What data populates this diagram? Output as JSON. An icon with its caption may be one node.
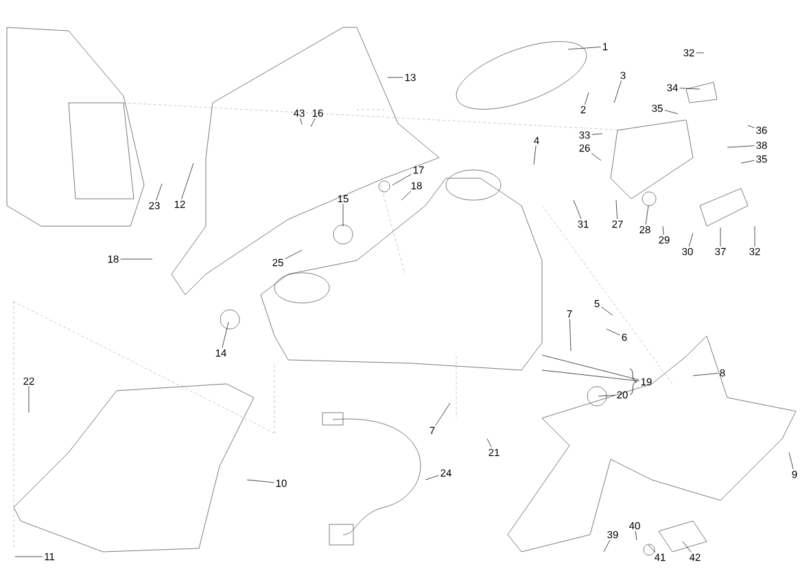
{
  "diagram": {
    "nodes": [
      {
        "text": [
          "1"
        ]
      },
      {
        "text": [
          "2"
        ]
      },
      {
        "text": [
          "3"
        ]
      },
      {
        "text": [
          "4"
        ]
      },
      {
        "text": [
          "5"
        ]
      },
      {
        "text": [
          "6"
        ]
      },
      {
        "text": [
          "7"
        ]
      },
      {
        "text": [
          "7"
        ]
      },
      {
        "text": [
          "8"
        ]
      },
      {
        "text": [
          "9"
        ]
      },
      {
        "text": [
          "10"
        ]
      },
      {
        "text": [
          "11"
        ]
      },
      {
        "text": [
          "12"
        ]
      },
      {
        "text": [
          "13"
        ]
      },
      {
        "text": [
          "14"
        ]
      },
      {
        "text": [
          "15"
        ]
      },
      {
        "text": [
          "16"
        ]
      },
      {
        "text": [
          "17"
        ]
      },
      {
        "text": [
          "18"
        ]
      },
      {
        "text": [
          "18"
        ]
      },
      {
        "text": [
          "19"
        ]
      },
      {
        "text": [
          "20"
        ]
      },
      {
        "text": [
          "21"
        ]
      },
      {
        "text": [
          "22"
        ]
      },
      {
        "text": [
          "23"
        ]
      },
      {
        "text": [
          "24"
        ]
      },
      {
        "text": [
          "25"
        ]
      },
      {
        "text": [
          "26"
        ]
      },
      {
        "text": [
          "27"
        ]
      },
      {
        "text": [
          "28"
        ]
      },
      {
        "text": [
          "29"
        ]
      },
      {
        "text": [
          "30"
        ]
      },
      {
        "text": [
          "31"
        ]
      },
      {
        "text": [
          "32"
        ]
      },
      {
        "text": [
          "32"
        ]
      },
      {
        "text": [
          "33"
        ]
      },
      {
        "text": [
          "34"
        ]
      },
      {
        "text": [
          "35"
        ]
      },
      {
        "text": [
          "35"
        ]
      },
      {
        "text": [
          "36"
        ]
      },
      {
        "text": [
          "37"
        ]
      },
      {
        "text": [
          "38"
        ]
      },
      {
        "text": [
          "39"
        ]
      },
      {
        "text": [
          "40"
        ]
      },
      {
        "text": [
          "41"
        ]
      },
      {
        "text": [
          "42"
        ]
      },
      {
        "text": [
          "43"
        ]
      }
    ],
    "edges": [
      {
        "from": 0,
        "to": null,
        "arrow": "none"
      },
      {
        "from": 1,
        "to": null,
        "arrow": "none"
      },
      {
        "from": 2,
        "to": null,
        "arrow": "none"
      },
      {
        "from": 3,
        "to": null,
        "arrow": "none"
      },
      {
        "from": 4,
        "to": null,
        "arrow": "none"
      },
      {
        "from": 5,
        "to": null,
        "arrow": "none"
      },
      {
        "from": 6,
        "to": null,
        "arrow": "none"
      },
      {
        "from": 7,
        "to": null,
        "arrow": "none"
      },
      {
        "from": 8,
        "to": null,
        "arrow": "none"
      },
      {
        "from": 9,
        "to": null,
        "arrow": "none"
      },
      {
        "from": 10,
        "to": null,
        "arrow": "none"
      },
      {
        "from": 11,
        "to": null,
        "arrow": "none"
      },
      {
        "from": 12,
        "to": null,
        "arrow": "none"
      },
      {
        "from": 13,
        "to": null,
        "arrow": "none"
      },
      {
        "from": 14,
        "to": null,
        "arrow": "none"
      },
      {
        "from": 15,
        "to": null,
        "arrow": "none"
      },
      {
        "from": 16,
        "to": null,
        "arrow": "none"
      },
      {
        "from": 17,
        "to": null,
        "arrow": "none"
      },
      {
        "from": 18,
        "to": null,
        "arrow": "none"
      },
      {
        "from": 19,
        "to": null,
        "arrow": "none"
      },
      {
        "from": 20,
        "to": null,
        "arrow": "none"
      },
      {
        "from": 21,
        "to": null,
        "arrow": "none"
      },
      {
        "from": 22,
        "to": null,
        "arrow": "none"
      },
      {
        "from": 23,
        "to": null,
        "arrow": "none"
      },
      {
        "from": 24,
        "to": null,
        "arrow": "none"
      },
      {
        "from": 25,
        "to": null,
        "arrow": "none"
      },
      {
        "from": 26,
        "to": null,
        "arrow": "none"
      },
      {
        "from": 27,
        "to": null,
        "arrow": "none"
      },
      {
        "from": 28,
        "to": null,
        "arrow": "none"
      },
      {
        "from": 29,
        "to": null,
        "arrow": "none"
      },
      {
        "from": 30,
        "to": null,
        "arrow": "none"
      },
      {
        "from": 31,
        "to": null,
        "arrow": "none"
      },
      {
        "from": 32,
        "to": null,
        "arrow": "none"
      },
      {
        "from": 33,
        "to": null,
        "arrow": "none"
      },
      {
        "from": 34,
        "to": null,
        "arrow": "none"
      },
      {
        "from": 35,
        "to": null,
        "arrow": "none"
      },
      {
        "from": 36,
        "to": null,
        "arrow": "none"
      },
      {
        "from": 37,
        "to": null,
        "arrow": "none"
      },
      {
        "from": 38,
        "to": null,
        "arrow": "none"
      },
      {
        "from": 39,
        "to": null,
        "arrow": "none"
      },
      {
        "from": 40,
        "to": null,
        "arrow": "none"
      },
      {
        "from": 41,
        "to": null,
        "arrow": "none"
      },
      {
        "from": 42,
        "to": null,
        "arrow": "none"
      },
      {
        "from": 43,
        "to": null,
        "arrow": "none"
      },
      {
        "from": 44,
        "to": null,
        "arrow": "none"
      },
      {
        "from": 45,
        "to": null,
        "arrow": "none"
      },
      {
        "from": 46,
        "to": null,
        "arrow": "none"
      },
      {
        "from": 20,
        "to": null,
        "arrow": "none"
      }
    ]
  }
}
